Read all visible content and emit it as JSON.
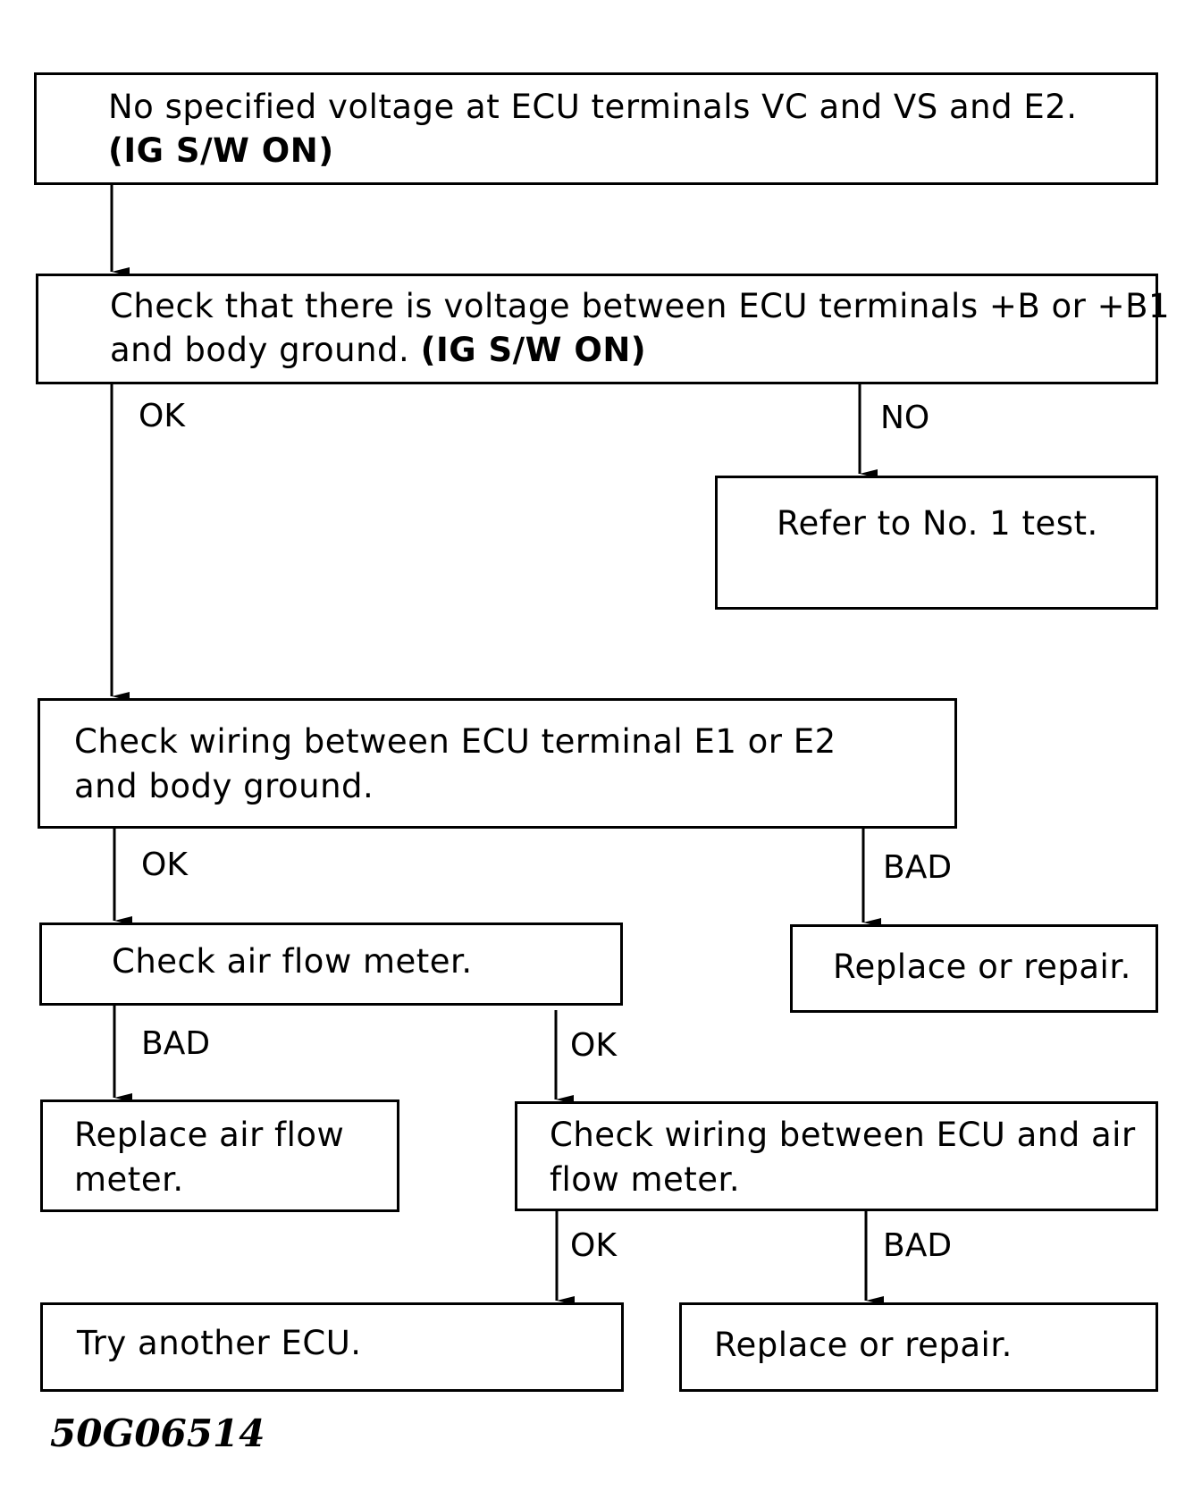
{
  "flowchart": {
    "start": {
      "line1": "No specified voltage at ECU terminals VC and VS and E2.",
      "line2": "(IG S/W ON)"
    },
    "check_voltage": {
      "line1": "Check that there is voltage between ECU terminals +B or +B1",
      "line2_prefix": "and body ground. ",
      "line2_bold": "(IG S/W ON)"
    },
    "refer_test": {
      "text": "Refer to No. 1 test."
    },
    "check_wiring_ground": {
      "line1": "Check wiring between ECU terminal E1 or E2",
      "line2": "and body ground."
    },
    "check_air_flow": {
      "text": "Check air flow meter."
    },
    "replace_repair_1": {
      "text": "Replace or repair."
    },
    "replace_meter": {
      "line1": "Replace air flow",
      "line2": "meter."
    },
    "check_wiring_meter": {
      "line1": "Check wiring between ECU and air",
      "line2": "flow meter."
    },
    "try_ecu": {
      "text": "Try another ECU."
    },
    "replace_repair_2": {
      "text": "Replace or repair."
    },
    "labels": {
      "ok_1": "OK",
      "no_1": "NO",
      "ok_2": "OK",
      "bad_1": "BAD",
      "bad_2": "BAD",
      "ok_3": "OK",
      "ok_4": "OK",
      "bad_3": "BAD"
    }
  },
  "figure_id": "50G06514"
}
